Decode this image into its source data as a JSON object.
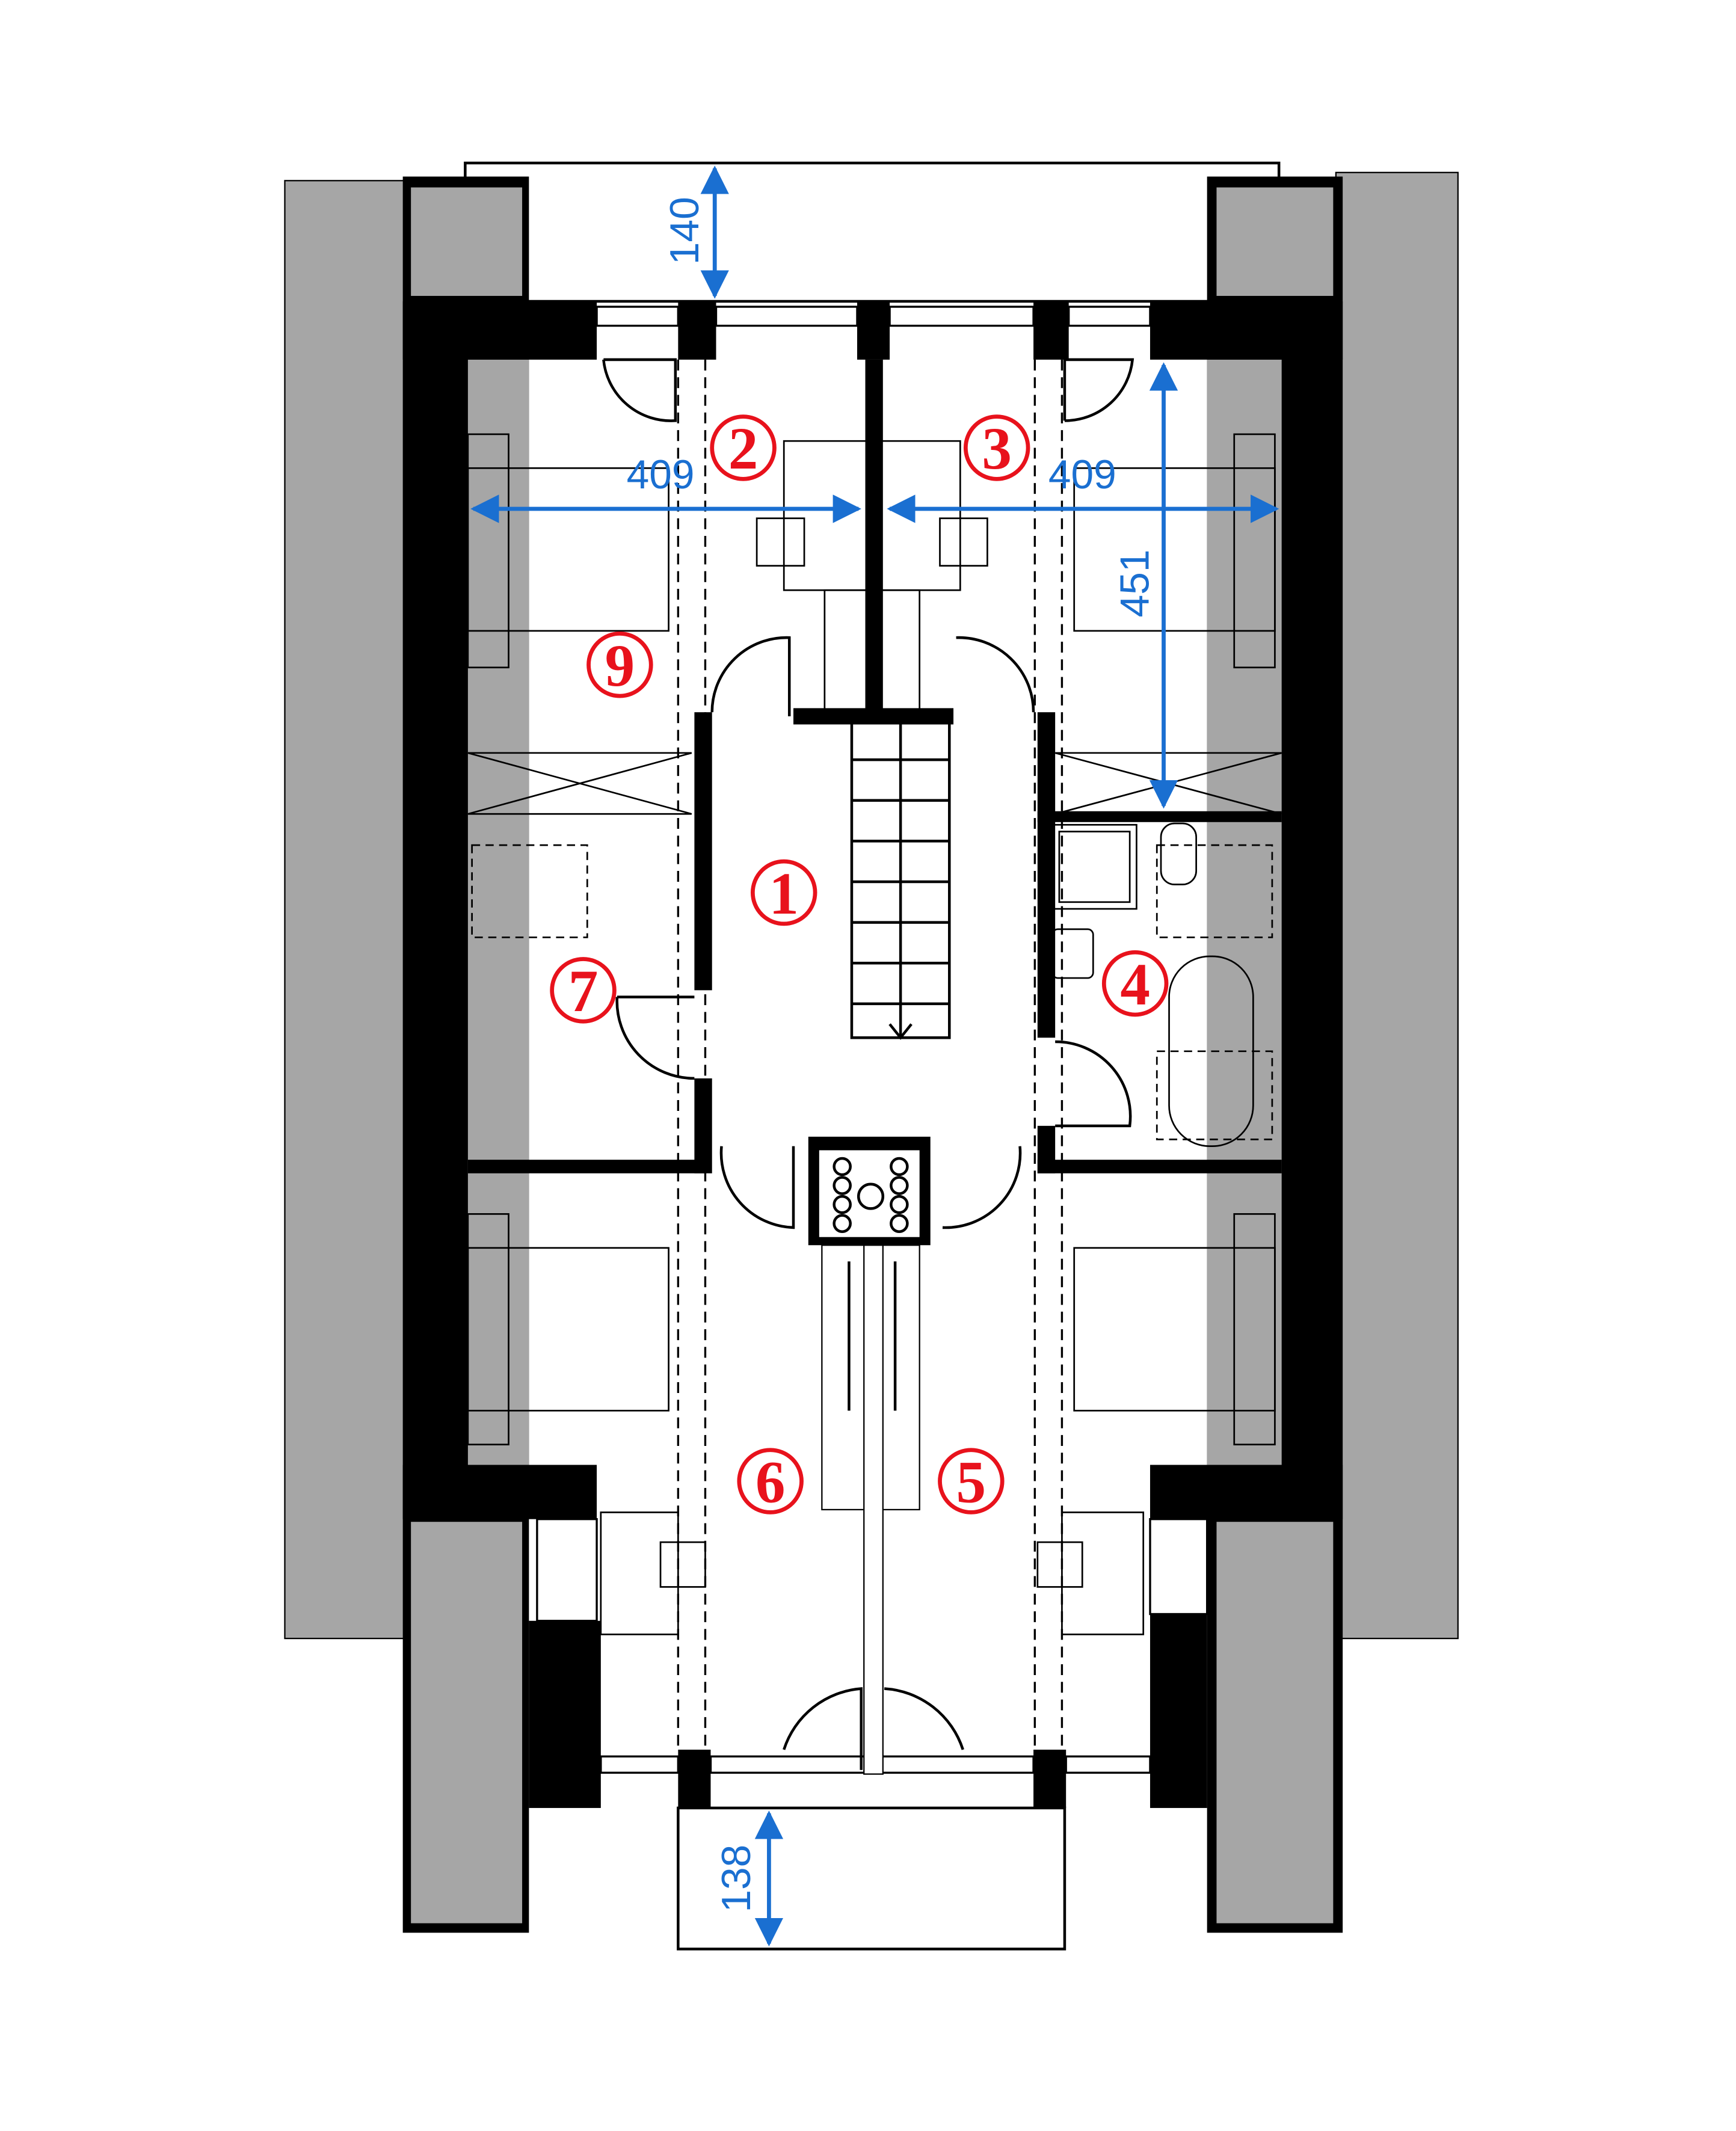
{
  "plan": {
    "dimensions": {
      "top_balcony": "140",
      "room_left_width": "409",
      "room_right_width": "409",
      "room_right_depth": "451",
      "bottom_balcony": "138"
    },
    "rooms": [
      {
        "id": "1",
        "label": "1"
      },
      {
        "id": "2",
        "label": "2"
      },
      {
        "id": "3",
        "label": "3"
      },
      {
        "id": "4",
        "label": "4"
      },
      {
        "id": "5",
        "label": "5"
      },
      {
        "id": "6",
        "label": "6"
      },
      {
        "id": "7",
        "label": "7"
      },
      {
        "id": "9",
        "label": "9"
      }
    ],
    "colors": {
      "dimension": "#1a6fd1",
      "room_marker": "#e8121c",
      "roof": "#a6a6a6",
      "wall": "#000000"
    }
  }
}
